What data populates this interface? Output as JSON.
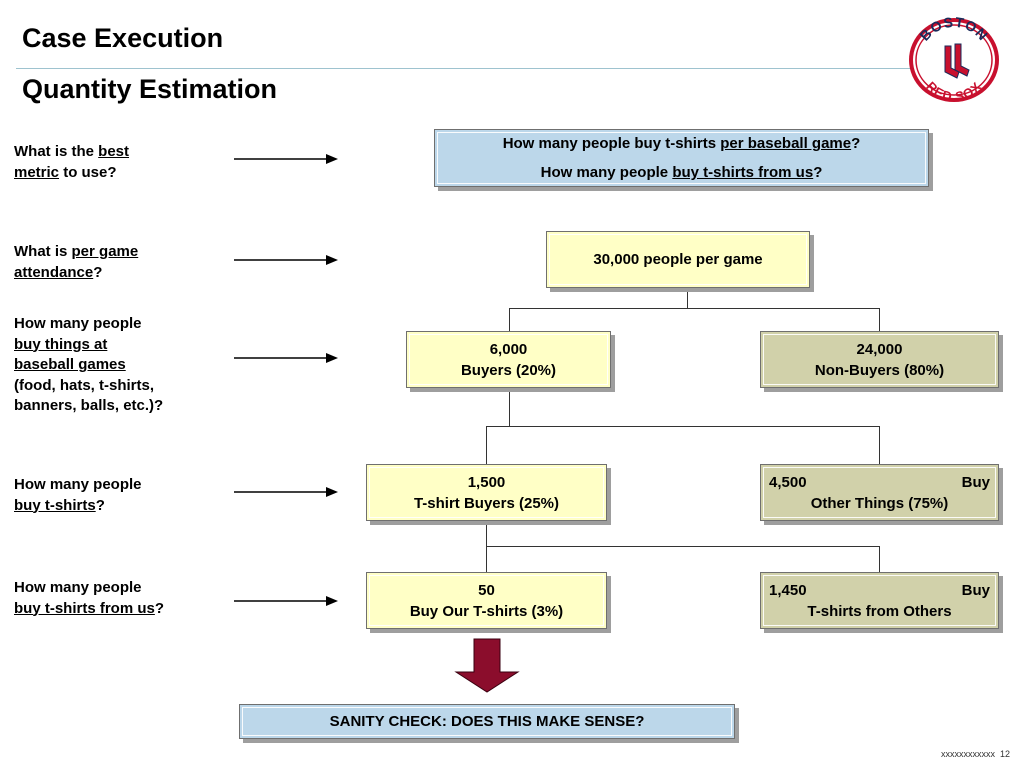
{
  "header": {
    "title": "Case Execution",
    "subtitle": "Quantity Estimation",
    "logo_text": [
      "BOSTON",
      "RED SOX"
    ]
  },
  "questions": {
    "q1": {
      "pre": "What is the ",
      "u1": "best",
      "mid": "",
      "u2": "metric",
      "post": " to use?"
    },
    "q2": {
      "pre": "What is ",
      "u1": "per game",
      "u2": "attendance",
      "post": "?"
    },
    "q3": {
      "pre": "How many people ",
      "u1": "buy things at",
      "u2": "baseball games",
      "post": "(food, hats, t-shirts, banners, balls, etc.)?"
    },
    "q4": {
      "pre": "How many people ",
      "u1": "buy t-shirts",
      "post": "?"
    },
    "q5": {
      "pre": "How many people ",
      "u1": "buy t-shirts from us",
      "post": "?"
    }
  },
  "metric_box": {
    "line1_pre": "How many people buy t-shirts ",
    "line1_u": "per baseball game",
    "line1_post": "?",
    "line2_pre": "How many people ",
    "line2_u": "buy t-shirts from us",
    "line2_post": "?"
  },
  "tree": {
    "root": "30,000 people per game",
    "buyers": {
      "value": "6,000",
      "label": "Buyers (20%)"
    },
    "non_buyers": {
      "value": "24,000",
      "label": "Non-Buyers (80%)"
    },
    "tshirt_buyers": {
      "value": "1,500",
      "label": "T-shirt Buyers (25%)"
    },
    "other_things": {
      "value": "4,500",
      "word": "Buy",
      "label": "Other Things (75%)"
    },
    "our_tshirts": {
      "value": "50",
      "label": "Buy Our T-shirts (3%)"
    },
    "others_tshirts": {
      "value": "1,450",
      "word": "Buy",
      "label": "T-shirts from Others"
    }
  },
  "sanity_check": "SANITY CHECK: DOES THIS MAKE SENSE?",
  "footer": {
    "code": "xxxxxxxxxxxx",
    "page": "12"
  },
  "colors": {
    "blue_box": "#bcd7ea",
    "yellow_box": "#ffffc6",
    "khaki_box": "#d1d1aa",
    "down_arrow": "#8b0d2c"
  }
}
